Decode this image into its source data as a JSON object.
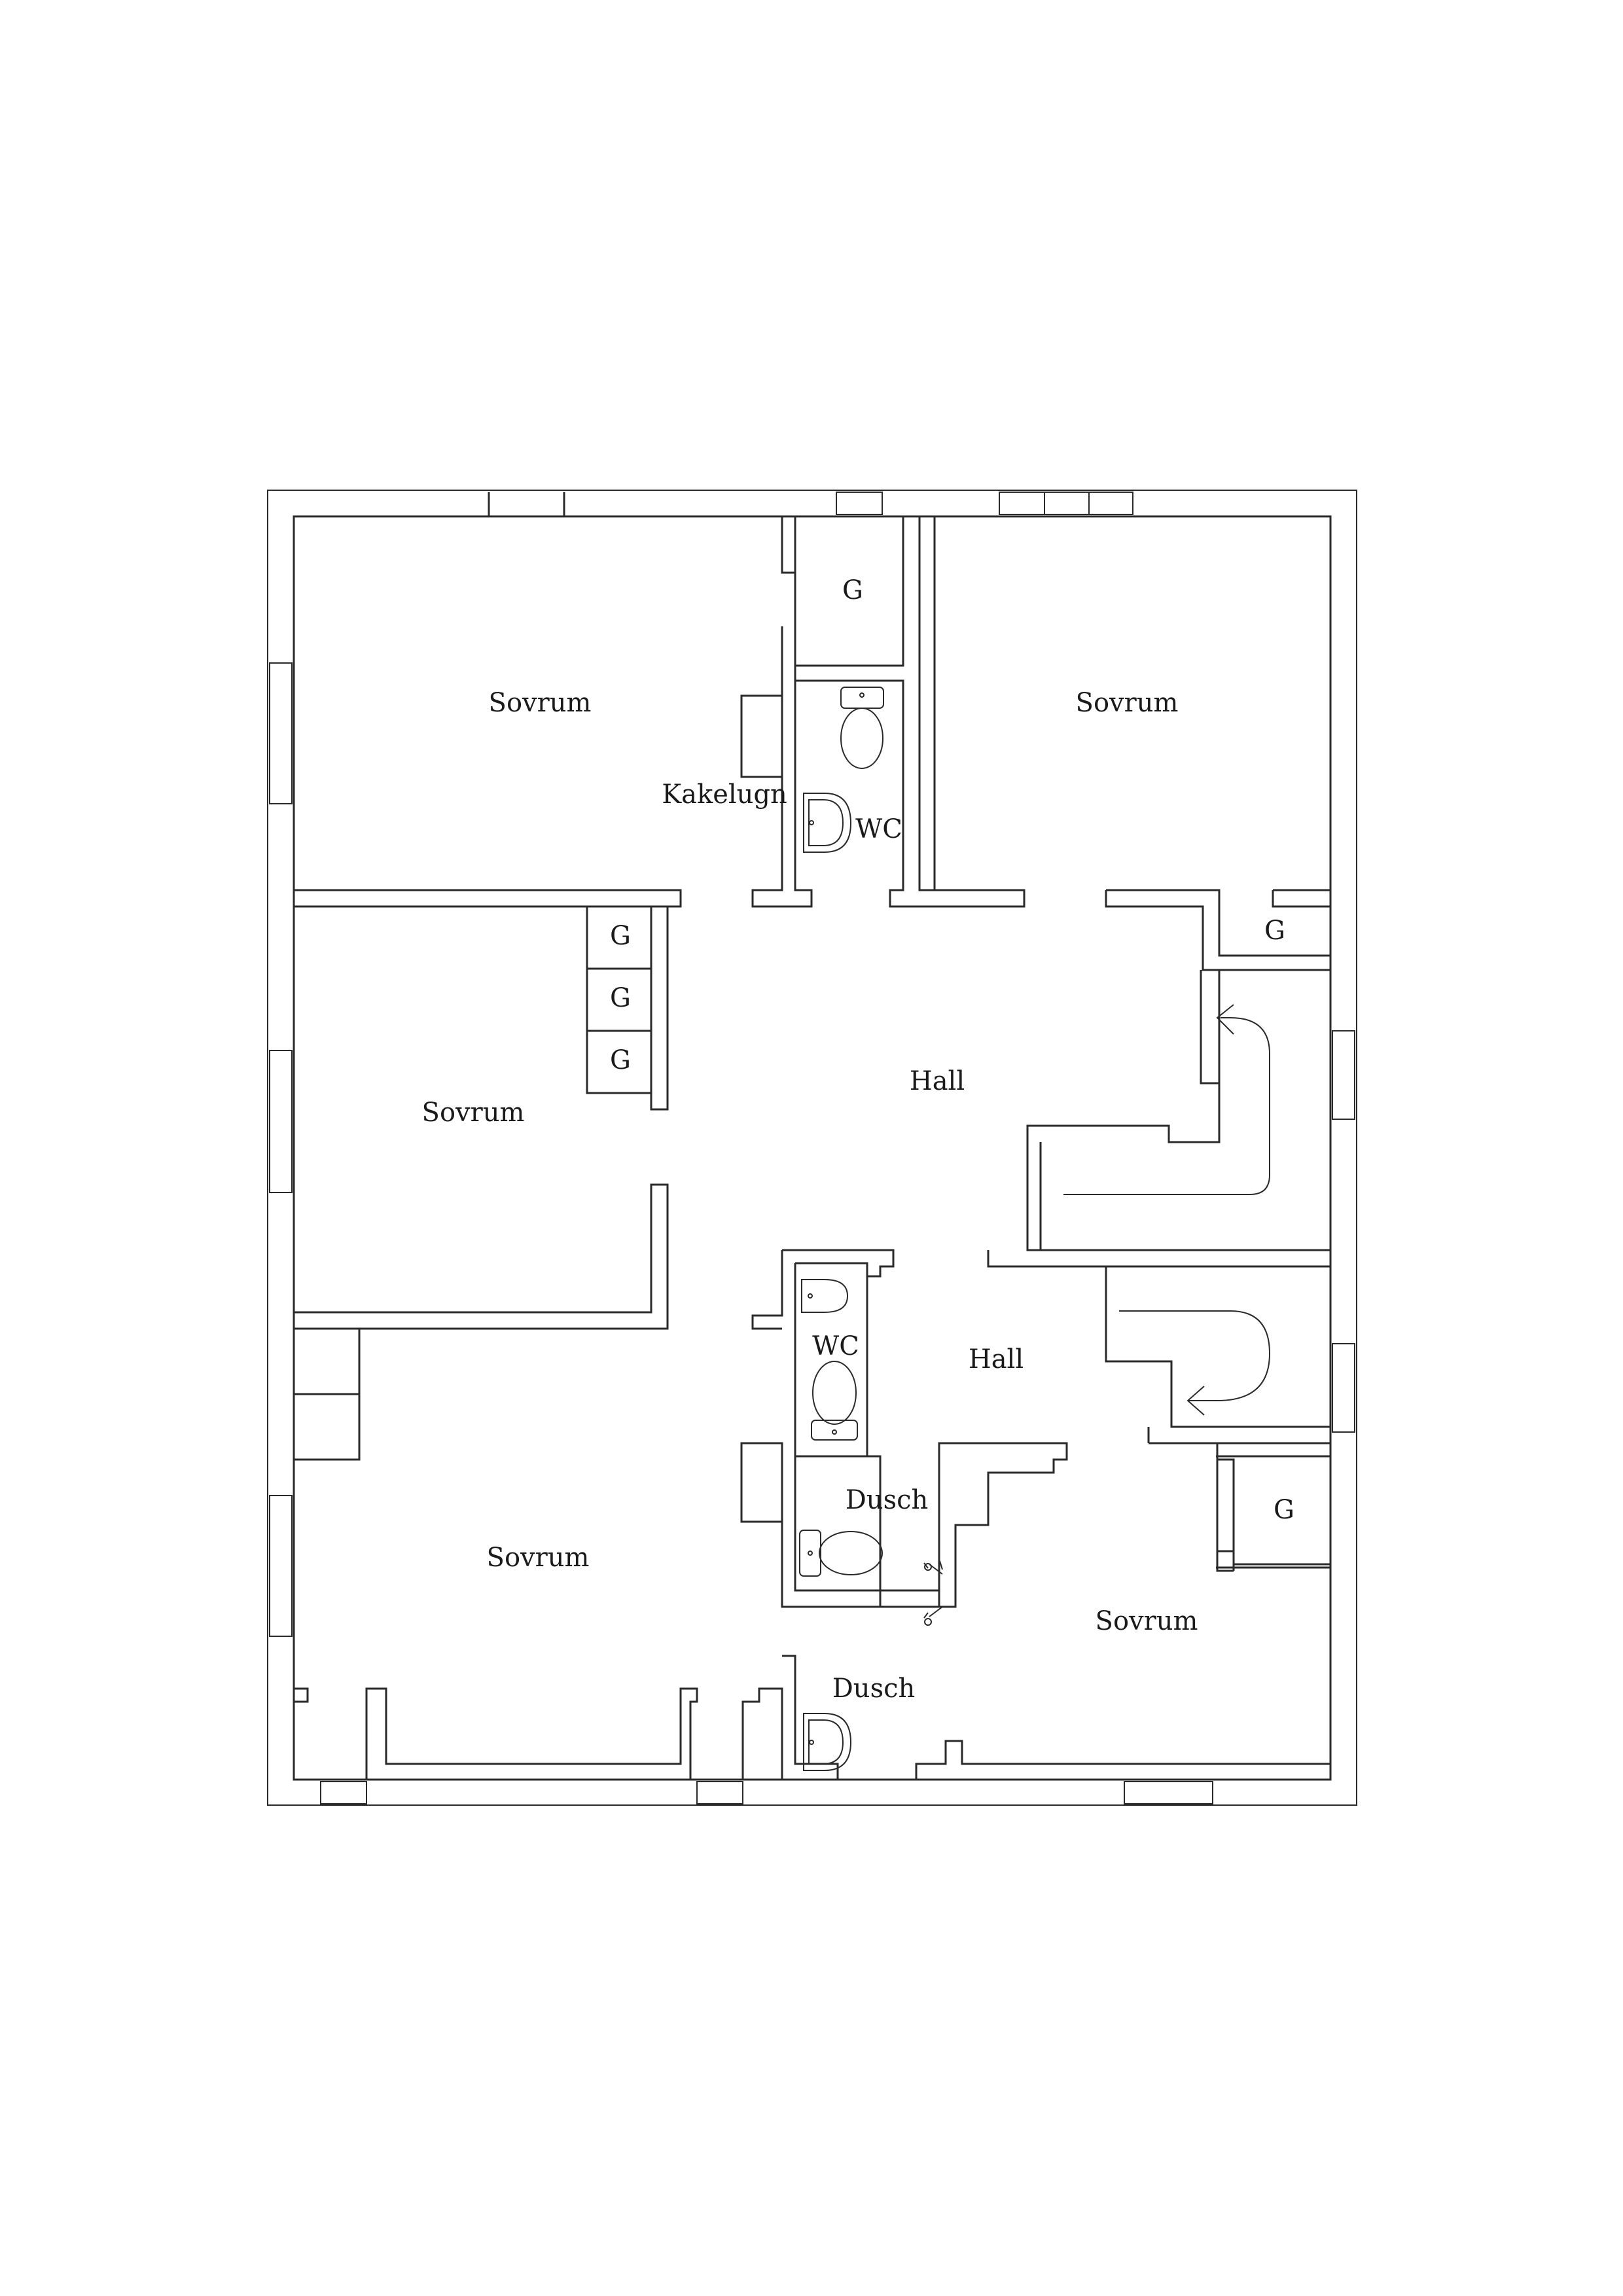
{
  "rooms": {
    "sovrum_nw": "Sovrum",
    "sovrum_ne": "Sovrum",
    "sovrum_w": "Sovrum",
    "sovrum_sw": "Sovrum",
    "sovrum_se": "Sovrum",
    "hall_main": "Hall",
    "hall_lower": "Hall",
    "wc_upper": "WC",
    "wc_lower": "WC",
    "dusch_mid": "Dusch",
    "dusch_bottom": "Dusch",
    "kakelugn": "Kakelugn"
  },
  "closets": {
    "g_top": "G",
    "g_ne": "G",
    "g_w1": "G",
    "g_w2": "G",
    "g_w3": "G",
    "g_se": "G"
  },
  "colors": {
    "line": "#2a2a2a",
    "background": "#ffffff"
  }
}
